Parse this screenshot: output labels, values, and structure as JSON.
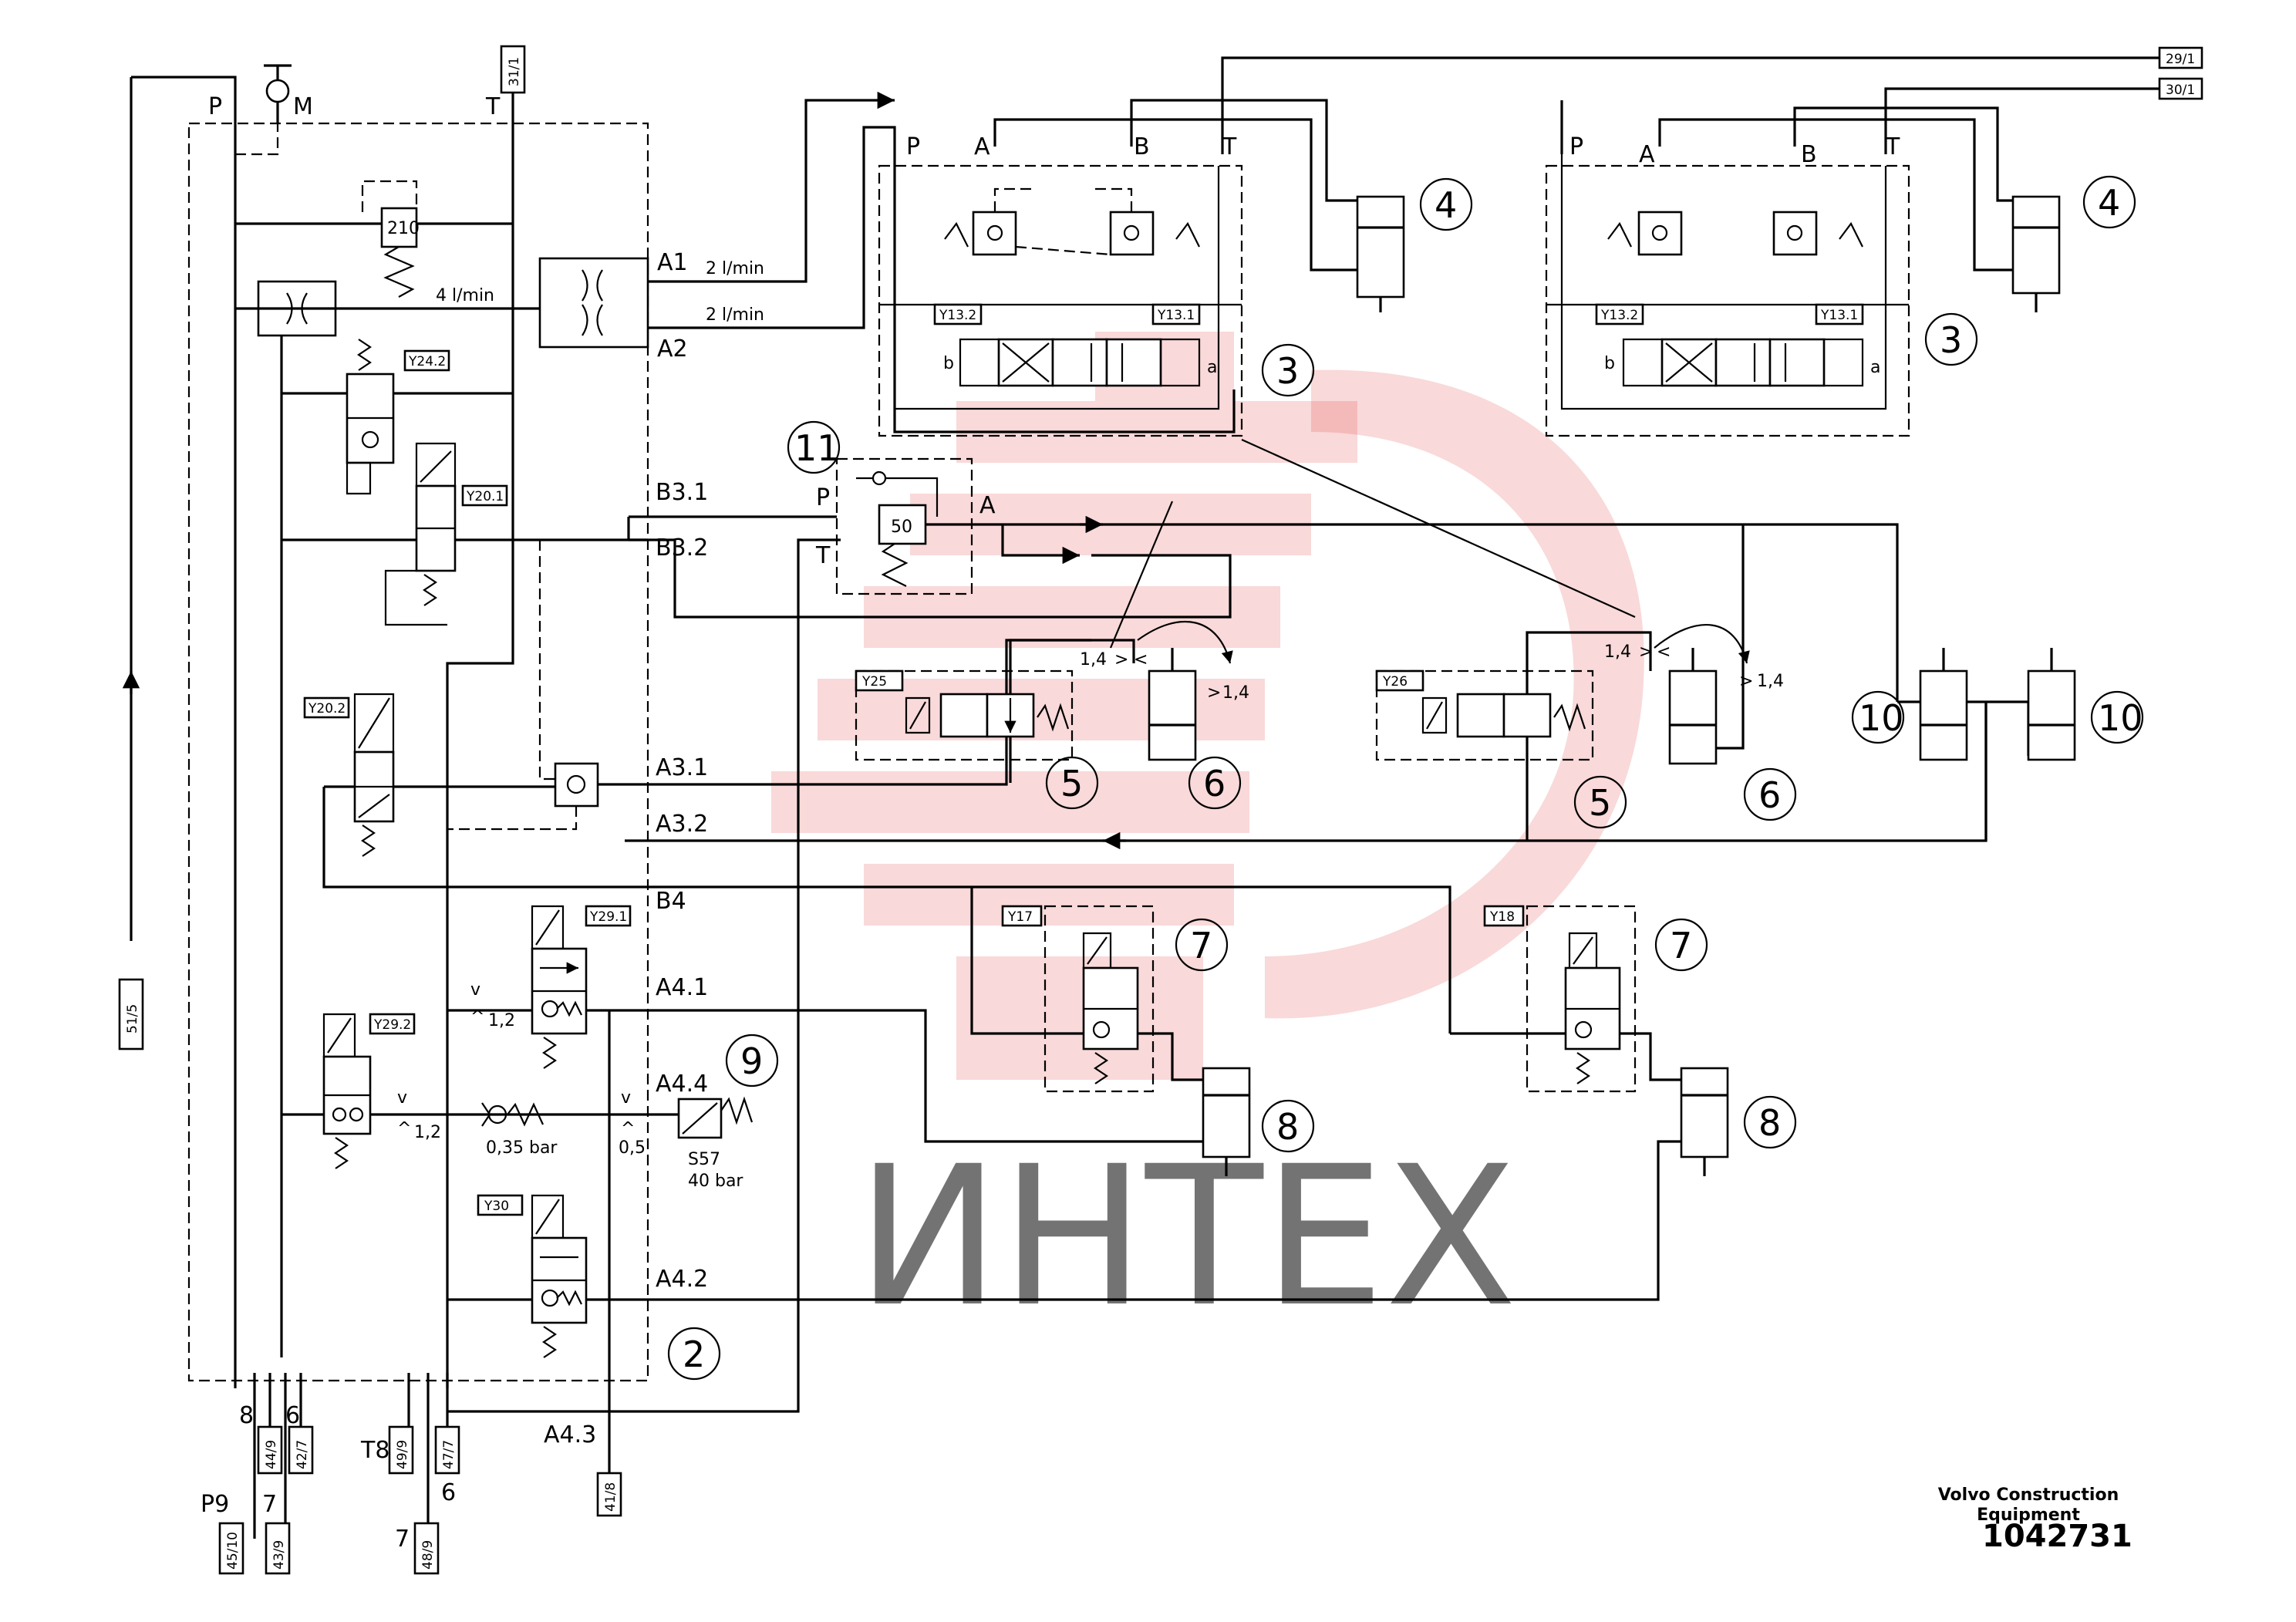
{
  "ports": {
    "p": "P",
    "t": "T",
    "m": "M",
    "a1": "A1",
    "a2": "A2",
    "b31": "B3.1",
    "b32": "B3.2",
    "a31": "A3.1",
    "a32": "A3.2",
    "b4": "B4",
    "a41": "A4.1",
    "a44": "A4.4",
    "a42": "A4.2",
    "a43": "A4.3",
    "vp": "P",
    "va": "A",
    "vb": "B",
    "vt": "T",
    "vP2": "P",
    "vA2": "A",
    "vB2": "B",
    "vT2": "T",
    "p11": "P",
    "t11": "T",
    "a11": "A",
    "pa": "a",
    "pb": "b",
    "pa2": "a",
    "pb2": "b"
  },
  "flows": {
    "f4": "4 l/min",
    "f2a": "2 l/min",
    "f2b": "2 l/min"
  },
  "pressures": {
    "relief": "210",
    "valve11": "50",
    "check": "0,35 bar",
    "r12a": "1,2",
    "r12b": "1,2",
    "r05": "0,5",
    "s57": "S57",
    "s57p": "40 bar",
    "c14a": "1,4",
    "c14b": "1,4",
    "c14c": "1,4",
    "c14d": "1,4"
  },
  "solenoids": {
    "y242": "Y24.2",
    "y201": "Y20.1",
    "y202": "Y20.2",
    "y291": "Y29.1",
    "y292": "Y29.2",
    "y30": "Y30",
    "y25": "Y25",
    "y26": "Y26",
    "y17": "Y17",
    "y18": "Y18",
    "y132a": "Y13.2",
    "y131a": "Y13.1",
    "y132b": "Y13.2",
    "y131b": "Y13.1"
  },
  "refs": {
    "r311": "31/1",
    "r291": "29/1",
    "r301": "30/1",
    "r515": "51/5",
    "r449": "44/9",
    "r427": "42/7",
    "r4510": "45/10",
    "r439": "43/9",
    "r499": "49/9",
    "r477": "47/7",
    "r489": "48/9",
    "r418": "41/8"
  },
  "pins": {
    "p8": "8",
    "p6": "6",
    "p9": "P9",
    "p7": "7",
    "t8": "T8",
    "p6b": "6",
    "p7b": "7"
  },
  "components": {
    "c2": "2",
    "c3a": "3",
    "c3b": "3",
    "c4a": "4",
    "c4b": "4",
    "c5a": "5",
    "c5b": "5",
    "c6a": "6",
    "c6b": "6",
    "c7a": "7",
    "c7b": "7",
    "c8a": "8",
    "c8b": "8",
    "c9": "9",
    "c10a": "10",
    "c10b": "10",
    "c11": "11"
  },
  "watermark": "ИНТЕХ",
  "footer": {
    "company": "Volvo Construction Equipment",
    "drawing_number": "1042731"
  }
}
